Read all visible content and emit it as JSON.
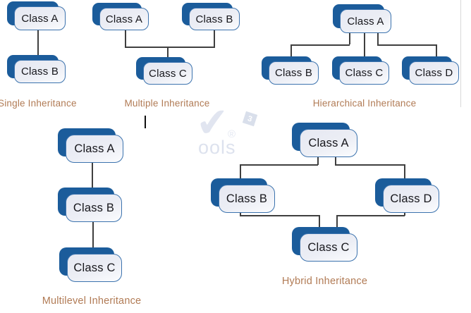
{
  "diagrams": [
    {
      "label": "Single Inheritance",
      "boxes": [
        "Class A",
        "Class B"
      ]
    },
    {
      "label": "Multiple Inheritance",
      "boxes": [
        "Class A",
        "Class B",
        "Class C"
      ]
    },
    {
      "label": "Hierarchical Inheritance",
      "boxes": [
        "Class A",
        "Class B",
        "Class C",
        "Class D"
      ]
    },
    {
      "label": "Multilevel Inheritance",
      "boxes": [
        "Class A",
        "Class B",
        "Class C"
      ]
    },
    {
      "label": "Hybrid Inheritance",
      "boxes": [
        "Class A",
        "Class B",
        "Class D",
        "Class C"
      ]
    }
  ],
  "watermark": {
    "check_glyph": "✔",
    "badge": "3",
    "registered_mark": "®",
    "text_fragment": "ools"
  },
  "colors": {
    "box_shadow_blue": "#1b5c9b",
    "box_border_blue": "#3c73ae",
    "box_fill_lavender": "#e6e8f2",
    "label_tan": "#b17b55",
    "connector_gray": "#3f3f3f",
    "cell_border_gray": "#d9d9d9"
  }
}
